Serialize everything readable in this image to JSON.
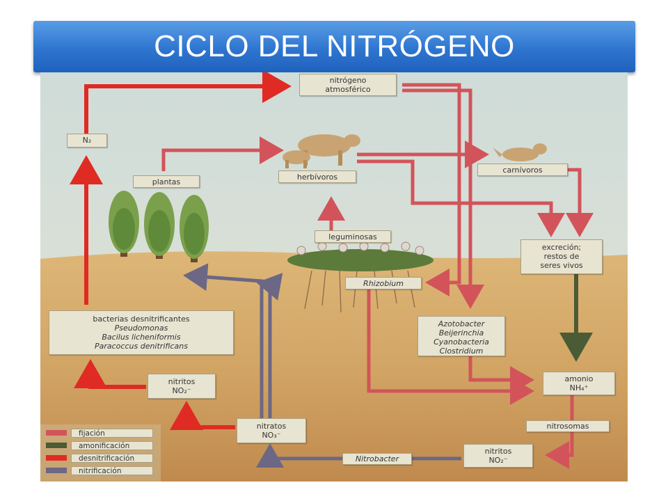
{
  "title": "CICLO DEL NITRÓGENO",
  "nodes": {
    "nitrogeno_atm_1": "nitrógeno",
    "nitrogeno_atm_2": "atmosférico",
    "n2": "N₂",
    "plantas": "plantas",
    "herbivoros": "herbívoros",
    "carnivoros": "carnívoros",
    "leguminosas": "leguminosas",
    "rhizobium": "Rhizobium",
    "excrecion_1": "excreción;",
    "excrecion_2": "restos de",
    "excrecion_3": "seres vivos",
    "bacterias_1": "bacterias desnitrificantes",
    "bacterias_2": "Pseudomonas",
    "bacterias_3": "Bacilus licheniformis",
    "bacterias_4": "Paracoccus denitrificans",
    "azoto_1": "Azotobacter",
    "azoto_2": "Beijerinchia",
    "azoto_3": "Cyanobacteria",
    "azoto_4": "Clostridium",
    "nitritos_left_1": "nitritos",
    "nitritos_left_2": "NO₂⁻",
    "nitratos_1": "nitratos",
    "nitratos_2": "NO₃⁻",
    "amonio_1": "amonio",
    "amonio_2": "NH₄⁺",
    "nitrosomas": "nitrosomas",
    "nitritos_right_1": "nitritos",
    "nitritos_right_2": "NO₂⁻",
    "nitrobacter": "Nitrobacter"
  },
  "legend": [
    {
      "label": "fijación",
      "color": "#d2545a"
    },
    {
      "label": "amonificación",
      "color": "#4a5b35"
    },
    {
      "label": "desnitrificación",
      "color": "#e02a24"
    },
    {
      "label": "nitrificación",
      "color": "#6b6785"
    }
  ],
  "colors": {
    "fixation": "#d2545a",
    "ammonification": "#4a5b35",
    "denitrification": "#e02a24",
    "nitrification": "#6b6785",
    "title_bar": "#2e75d0"
  }
}
